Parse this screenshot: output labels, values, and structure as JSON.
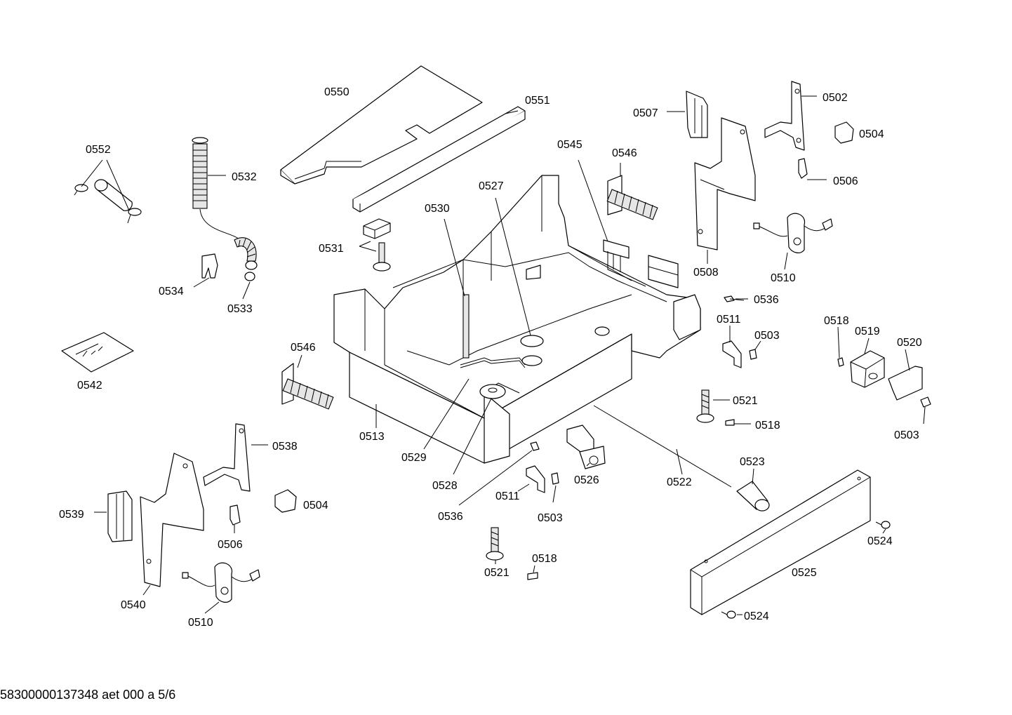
{
  "footer_code": "58300000137348 aet 000 a 5/6",
  "parts": [
    {
      "id": "p0550",
      "label": "0550"
    },
    {
      "id": "p0551",
      "label": "0551"
    },
    {
      "id": "p0552",
      "label": "0552"
    },
    {
      "id": "p0532",
      "label": "0532"
    },
    {
      "id": "p0531",
      "label": "0531"
    },
    {
      "id": "p0530",
      "label": "0530"
    },
    {
      "id": "p0527",
      "label": "0527"
    },
    {
      "id": "p0545",
      "label": "0545"
    },
    {
      "id": "p0546a",
      "label": "0546"
    },
    {
      "id": "p0507",
      "label": "0507"
    },
    {
      "id": "p0502",
      "label": "0502"
    },
    {
      "id": "p0504a",
      "label": "0504"
    },
    {
      "id": "p0506a",
      "label": "0506"
    },
    {
      "id": "p0508",
      "label": "0508"
    },
    {
      "id": "p0510a",
      "label": "0510"
    },
    {
      "id": "p0534",
      "label": "0534"
    },
    {
      "id": "p0533",
      "label": "0533"
    },
    {
      "id": "p0536a",
      "label": "0536"
    },
    {
      "id": "p0511a",
      "label": "0511"
    },
    {
      "id": "p0503a",
      "label": "0503"
    },
    {
      "id": "p0518a",
      "label": "0518"
    },
    {
      "id": "p0519",
      "label": "0519"
    },
    {
      "id": "p0520",
      "label": "0520"
    },
    {
      "id": "p0542",
      "label": "0542"
    },
    {
      "id": "p0546b",
      "label": "0546"
    },
    {
      "id": "p0521a",
      "label": "0521"
    },
    {
      "id": "p0518b",
      "label": "0518"
    },
    {
      "id": "p0503b",
      "label": "0503"
    },
    {
      "id": "p0513",
      "label": "0513"
    },
    {
      "id": "p0538",
      "label": "0538"
    },
    {
      "id": "p0529",
      "label": "0529"
    },
    {
      "id": "p0523",
      "label": "0523"
    },
    {
      "id": "p0528",
      "label": "0528"
    },
    {
      "id": "p0526",
      "label": "0526"
    },
    {
      "id": "p0522",
      "label": "0522"
    },
    {
      "id": "p0504b",
      "label": "0504"
    },
    {
      "id": "p0511b",
      "label": "0511"
    },
    {
      "id": "p0539",
      "label": "0539"
    },
    {
      "id": "p0536b",
      "label": "0536"
    },
    {
      "id": "p0503c",
      "label": "0503"
    },
    {
      "id": "p0524a",
      "label": "0524"
    },
    {
      "id": "p0506b",
      "label": "0506"
    },
    {
      "id": "p0518c",
      "label": "0518"
    },
    {
      "id": "p0521b",
      "label": "0521"
    },
    {
      "id": "p0525",
      "label": "0525"
    },
    {
      "id": "p0540",
      "label": "0540"
    },
    {
      "id": "p0510b",
      "label": "0510"
    },
    {
      "id": "p0524b",
      "label": "0524"
    }
  ]
}
